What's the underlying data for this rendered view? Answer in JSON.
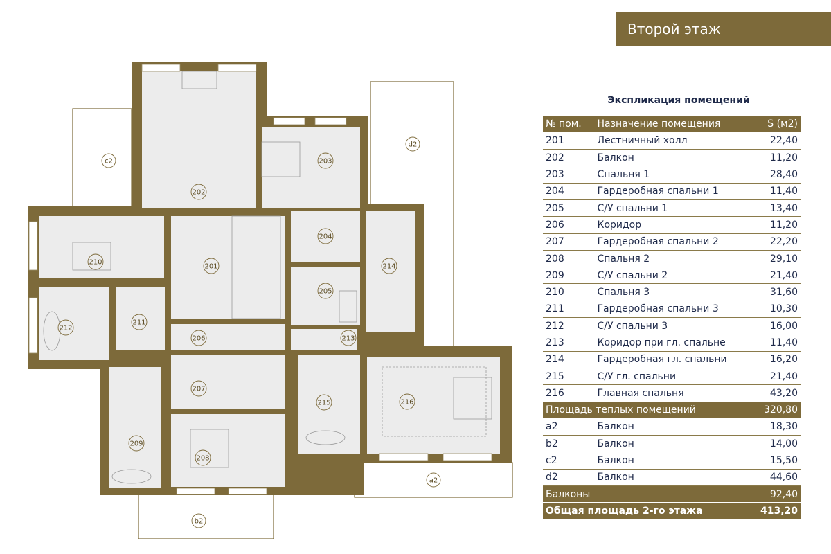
{
  "header": {
    "title": "Второй этаж"
  },
  "table": {
    "title": "Экспликация помещений",
    "columns": [
      "№ пом.",
      "Назначение помещения",
      "S (м2)"
    ],
    "rooms": [
      {
        "id": "201",
        "name": "Лестничный холл",
        "area": "22,40"
      },
      {
        "id": "202",
        "name": "Балкон",
        "area": "11,20"
      },
      {
        "id": "203",
        "name": "Спальня 1",
        "area": "28,40"
      },
      {
        "id": "204",
        "name": "Гардеробная спальни 1",
        "area": "11,40"
      },
      {
        "id": "205",
        "name": "С/У спальни 1",
        "area": "13,40"
      },
      {
        "id": "206",
        "name": "Коридор",
        "area": "11,20"
      },
      {
        "id": "207",
        "name": "Гардеробная спальни 2",
        "area": "22,20"
      },
      {
        "id": "208",
        "name": "Спальня 2",
        "area": "29,10"
      },
      {
        "id": "209",
        "name": "С/У спальни 2",
        "area": "21,40"
      },
      {
        "id": "210",
        "name": "Спальня 3",
        "area": "31,60"
      },
      {
        "id": "211",
        "name": "Гардеробная спальни 3",
        "area": "10,30"
      },
      {
        "id": "212",
        "name": "С/У спальни 3",
        "area": "16,00"
      },
      {
        "id": "213",
        "name": "Коридор при гл. спальне",
        "area": "11,40"
      },
      {
        "id": "214",
        "name": "Гардеробная гл. спальни",
        "area": "16,20"
      },
      {
        "id": "215",
        "name": "С/У гл. спальни",
        "area": "21,40"
      },
      {
        "id": "216",
        "name": "Главная спальня",
        "area": "43,20"
      }
    ],
    "warm_total": {
      "label": "Площадь теплых помещений",
      "area": "320,80"
    },
    "balconies": [
      {
        "id": "a2",
        "name": "Балкон",
        "area": "18,30"
      },
      {
        "id": "b2",
        "name": "Балкон",
        "area": "14,00"
      },
      {
        "id": "c2",
        "name": "Балкон",
        "area": "15,50"
      },
      {
        "id": "d2",
        "name": "Балкон",
        "area": "44,60"
      }
    ],
    "balconies_total": {
      "label": "Балконы",
      "area": "92,40"
    },
    "floor_total": {
      "label": "Общая площадь 2-го этажа",
      "area": "413,20"
    }
  },
  "colors": {
    "wall": "#7d6a3a",
    "room": "#ececec",
    "text": "#1f2a4a"
  }
}
